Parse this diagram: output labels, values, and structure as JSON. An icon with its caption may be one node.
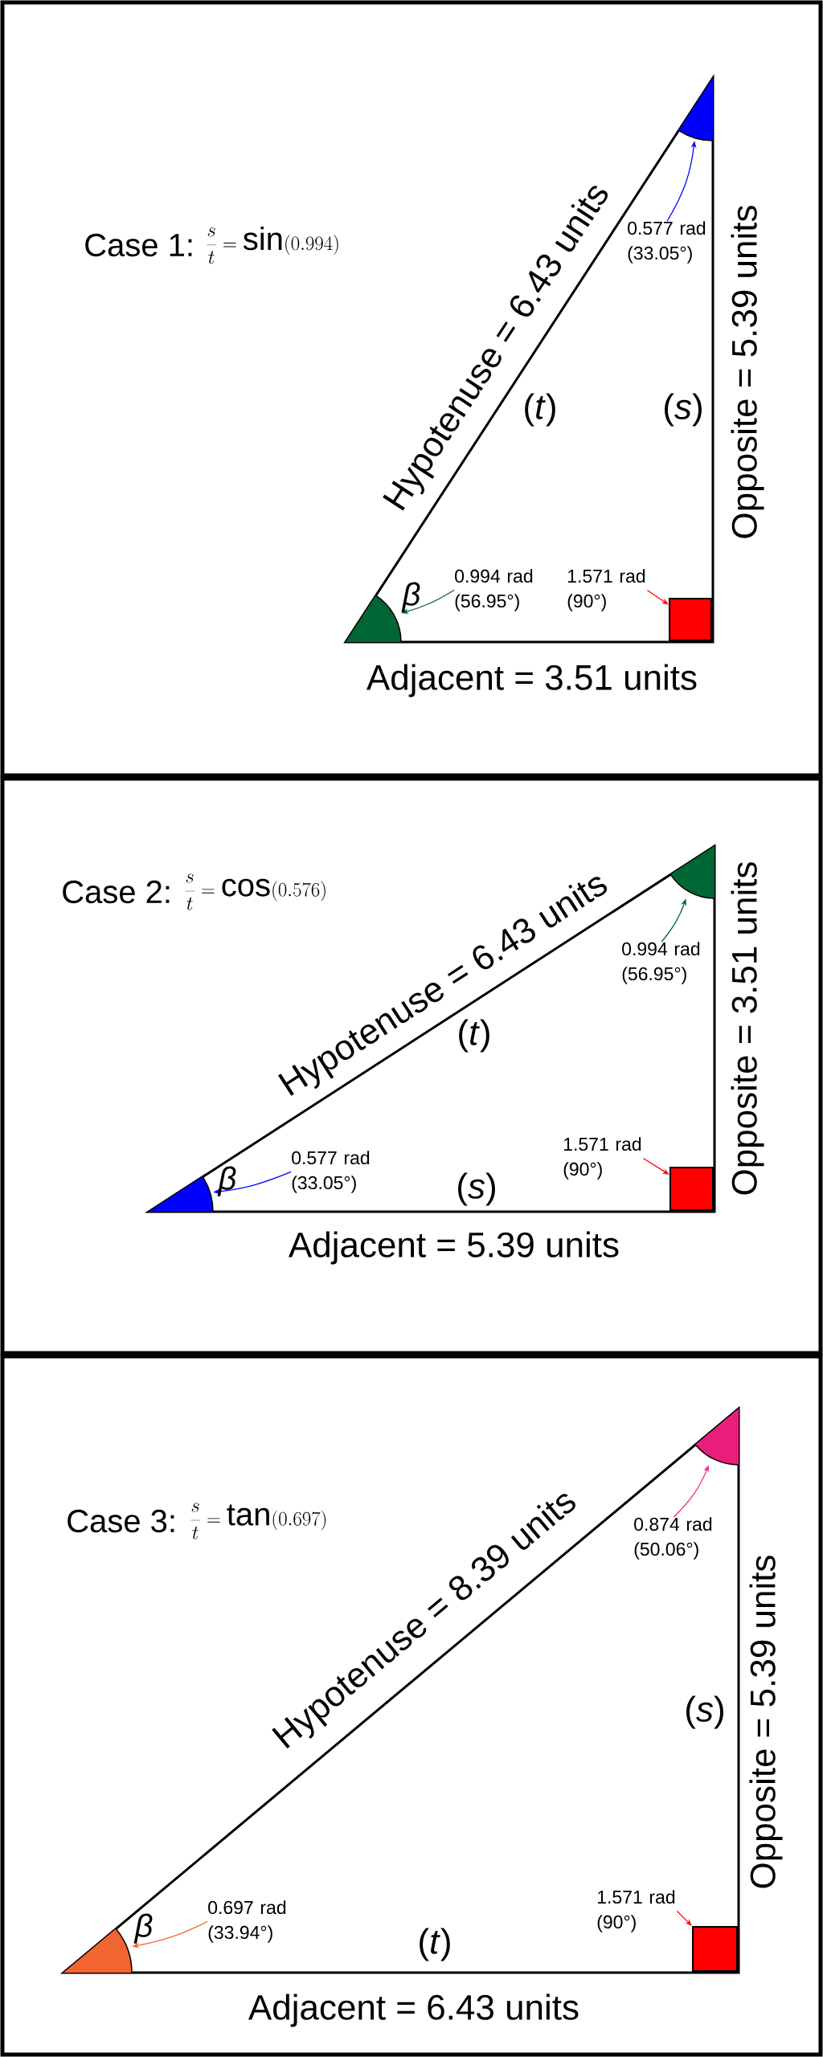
{
  "diagram": {
    "nodes": [
      {
        "text": [],
        "shape": "wedge"
      },
      {
        "text": [
          "0.577 rad (33.05°)"
        ]
      },
      {
        "text": [
          "0.994 rad (56.95°)"
        ]
      },
      {
        "text": [
          "1.571 rad (90°)"
        ]
      },
      {
        "text": [],
        "shape": "wedge"
      },
      {
        "text": [],
        "shape": "box"
      },
      {
        "text": [],
        "shape": "wedge"
      },
      {
        "text": [
          "0.994 rad (56.95°)"
        ]
      },
      {
        "text": [
          "1.571 rad (90°)"
        ]
      },
      {
        "text": [
          "0.577 rad (33.05°)"
        ]
      },
      {
        "text": [],
        "shape": "wedge"
      },
      {
        "text": [],
        "shape": "box"
      },
      {
        "text": [],
        "shape": "wedge"
      },
      {
        "text": [
          "0.874 rad (50.06°)"
        ]
      },
      {
        "text": [
          "1.571 rad (90°)"
        ]
      },
      {
        "text": [
          "0.697 rad (33.94°)"
        ]
      },
      {
        "text": [],
        "shape": "wedge"
      },
      {
        "text": [],
        "shape": "box"
      }
    ],
    "edges": [
      {
        "from": 1,
        "to": 0,
        "arrow": "to",
        "color": "#0000ff"
      },
      {
        "from": 2,
        "to": 4,
        "arrow": "to",
        "color": "#006633"
      },
      {
        "from": 3,
        "to": 5,
        "arrow": "to",
        "color": "#ff0000"
      },
      {
        "from": 7,
        "to": 6,
        "arrow": "to",
        "color": "#006633"
      },
      {
        "from": 9,
        "to": 10,
        "arrow": "to",
        "color": "#0000ff"
      },
      {
        "from": 8,
        "to": 11,
        "arrow": "to",
        "color": "#ff0000"
      },
      {
        "from": 13,
        "to": 12,
        "arrow": "to",
        "color": "#ec2a7a"
      },
      {
        "from": 15,
        "to": 16,
        "arrow": "to",
        "color": "#f26430"
      },
      {
        "from": 14,
        "to": 17,
        "arrow": "to",
        "color": "#ff0000"
      }
    ],
    "labels": [
      "Case 1:",
      "\\frac{s}{t} = \\sin(0.994)",
      "Hypotenuse = 6.43 units",
      "(*t*)",
      "(*s*)",
      "Opposite = 5.39 units",
      "β",
      "Adjacent = 3.51 units",
      "Case 2:",
      "\\frac{s}{t} = \\cos(0.576)",
      "Hypotenuse = 6.43 units",
      "(*t*)",
      "Opposite = 3.51 units",
      "β",
      "(*s*)",
      "Adjacent = 5.39 units",
      "Case 3:",
      "\\frac{s}{t} = \\tan(0.697)",
      "Hypotenuse = 8.39 units",
      "(*s*)",
      "Opposite = 5.39 units",
      "β",
      "(*t*)",
      "Adjacent = 6.43 units"
    ]
  }
}
